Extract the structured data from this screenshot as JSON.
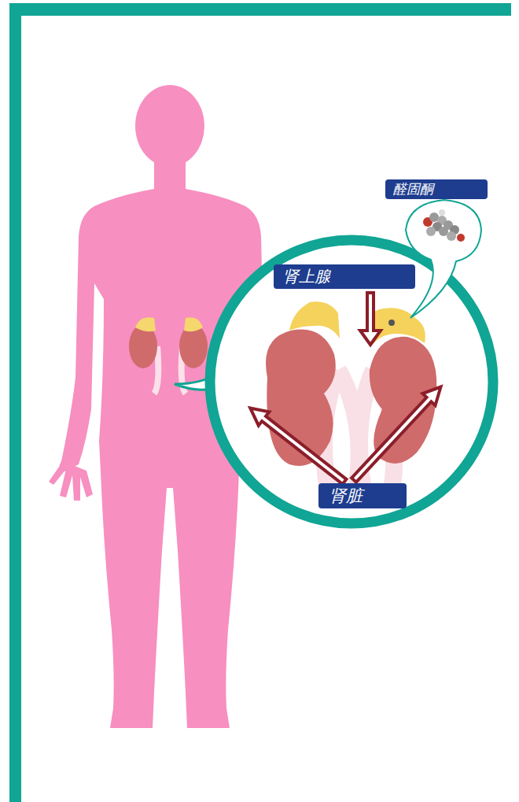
{
  "diagram": {
    "nodes": [
      {
        "text": [
          "醛固酮"
        ]
      },
      {
        "text": [
          "肾上腺"
        ]
      },
      {
        "text": [
          "肾脏"
        ]
      }
    ]
  }
}
